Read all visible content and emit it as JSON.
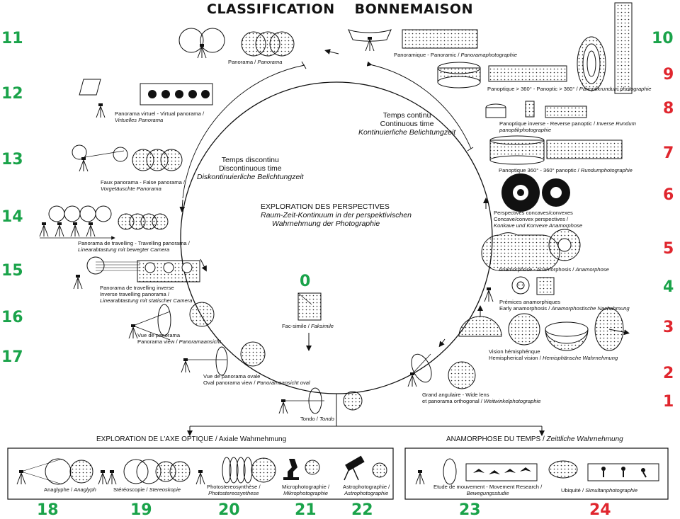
{
  "title": {
    "word1": "CLASSIFICATION",
    "word2": "BONNEMAISON"
  },
  "colors": {
    "green": "#1aa34a",
    "red": "#e0262e",
    "ink": "#111111"
  },
  "numbers": [
    "0",
    "1",
    "2",
    "3",
    "4",
    "5",
    "6",
    "7",
    "8",
    "9",
    "10",
    "11",
    "12",
    "13",
    "14",
    "15",
    "16",
    "17",
    "18",
    "19",
    "20",
    "21",
    "22",
    "23",
    "24"
  ],
  "center": {
    "line1": "EXPLORATION DES     PERSPECTIVES",
    "line2": "Raum-Zeit-Kontinuum in     der perspektivischen",
    "line3": "Wahrnehmung der     Photographie"
  },
  "discontinuous": {
    "fr": "Temps discontinu",
    "en": "Discontinuous time",
    "de": "Diskontinuierliche Belichtungzeit"
  },
  "continuous": {
    "fr": "Temps continu",
    "en": "Continuous time",
    "de": "Kontinuierliche Belichtungzeit"
  },
  "labels": {
    "l0": {
      "a": "Fac-simile / ",
      "b": "Faksimile"
    },
    "l1a": {
      "a": "Grand angulaire - Wide lens"
    },
    "l1b": {
      "a": "et panorama orthogonal / ",
      "b": "Weitwinkelphotographie"
    },
    "l_tondo": {
      "a": "Tondo / ",
      "b": "Tondo"
    },
    "l3a": {
      "a": "Vision hémisphénque"
    },
    "l3b": {
      "a": "Hemispherical vision / ",
      "b": "Hemisphänsche Wahrnehmung"
    },
    "l4a": {
      "a": "Prémices anamorphiques"
    },
    "l4b": {
      "a": "Early anamorphosis / ",
      "b": "Anamorphostische Nachahmung"
    },
    "l5": {
      "a": "Anamorphose - Anamorphosis / ",
      "b": "Anamorphose"
    },
    "l6a": {
      "a": "Perspectives concaves/convexes"
    },
    "l6b": {
      "a": "Concave/convex perspectives /"
    },
    "l6c": {
      "b": "Konkave und Konvexe Anamorphose"
    },
    "l7": {
      "a": "Panoptique 360° - 360° panoptic / ",
      "b": "Rundumphotographie"
    },
    "l8a": {
      "a": "Panoptique inverse - Reverse panoptic / ",
      "b": "Inverse Rundum"
    },
    "l8b": {
      "b": "panoptikphotographie"
    },
    "l9": {
      "a": "Panoptique > 360° - Panoptic > 360° / ",
      "b": "Panoptikrundum photographie"
    },
    "l10": {
      "a": "Panoramique - Panoramic / ",
      "b": "Panoramaphotographie"
    },
    "l11": {
      "a": "Panorama / ",
      "b": "Panorama"
    },
    "l12a": {
      "a": "Panorama virtuel - Virtual panorama /"
    },
    "l12b": {
      "b": "Virtuelles Panorama"
    },
    "l13a": {
      "a": "Faux panorama - False panorama /"
    },
    "l13b": {
      "b": "Vorgetäuschte Panorama"
    },
    "l14a": {
      "a": "Panorama de travelling - Travelling panorama /"
    },
    "l14b": {
      "b": "Linearabtastung mit bewegter Camera"
    },
    "l15a": {
      "a": "Panorama de travelling inverse"
    },
    "l15b": {
      "a": "Inverse travelling panorama /"
    },
    "l15c": {
      "b": "Linearabtastung mit statischer Camera"
    },
    "l16a": {
      "a": "Vue de panorama"
    },
    "l16b": {
      "a": "Panorama view / ",
      "b": "Panoramaansicht"
    },
    "l17a": {
      "a": "Vue de panorama ovale"
    },
    "l17b": {
      "a": "Oval panorama view / ",
      "b": "Panoramaansicht oval"
    },
    "l18": {
      "a": "Anaglyphe / ",
      "b": "Anaglyph"
    },
    "l19": {
      "a": "Stéréoscopie / ",
      "b": "Stereoskopie"
    },
    "l20a": {
      "a": "Photostereosynthèse /"
    },
    "l20b": {
      "b": "Photostereosynthese"
    },
    "l21a": {
      "a": "Microphotographie /"
    },
    "l21b": {
      "b": "Mikrophotographie"
    },
    "l22a": {
      "a": "Astrophotographie /"
    },
    "l22b": {
      "b": "Astrophotographie"
    },
    "l23a": {
      "a": "Etude de mouvement - Movement Research /"
    },
    "l23b": {
      "b": "Bewegungsstudie"
    },
    "l24": {
      "a": "Ubiquité / ",
      "b": "Simultanphotographie"
    }
  },
  "sections": {
    "axial": {
      "a": "EXPLORATION DE L'AXE OPTIQUE / ",
      "b": "Axiale Wahrnehmung"
    },
    "time": {
      "a": "ANAMORPHOSE DU TEMPS / ",
      "b": "Zeittliche Wahrnehmung"
    }
  }
}
